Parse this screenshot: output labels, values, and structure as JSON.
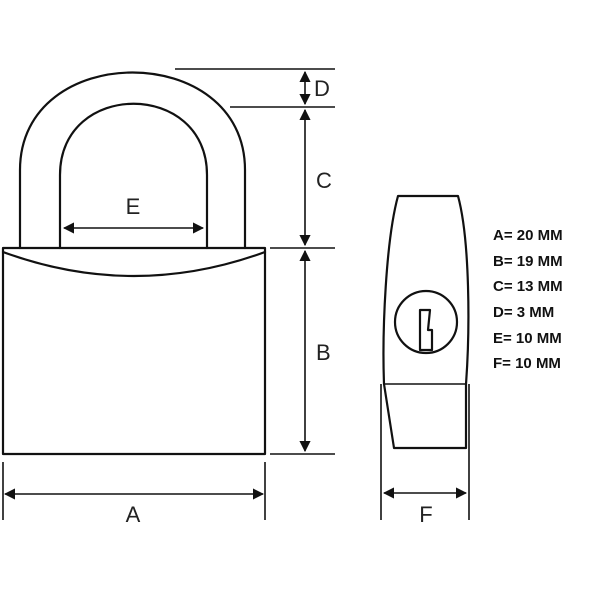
{
  "labels": {
    "A": "A",
    "B": "B",
    "C": "C",
    "D": "D",
    "E": "E",
    "F": "F"
  },
  "specs": [
    "A= 20 MM",
    "B= 19 MM",
    "C= 13 MM",
    "D= 3 MM",
    "E= 10 MM",
    "F= 10 MM"
  ],
  "colors": {
    "line": "#111111",
    "background": "#ffffff"
  }
}
